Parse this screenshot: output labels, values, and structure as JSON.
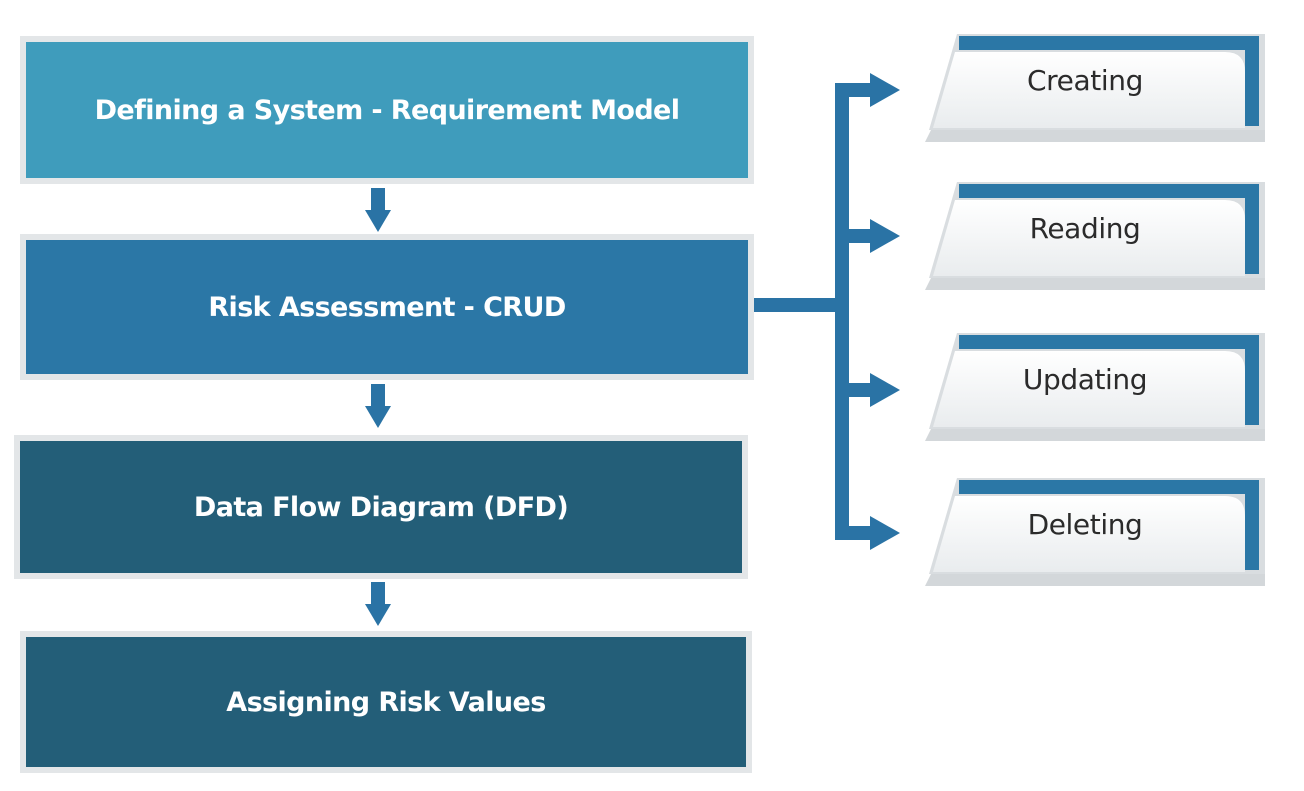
{
  "colors": {
    "step1": "#3f9cbc",
    "step2": "#2b77a6",
    "step3": "#235e78",
    "step4": "#235e78",
    "connector": "#2a73a5",
    "tab_accent": "#2b77a6",
    "frame": "#e3e6e8"
  },
  "steps": [
    {
      "label": "Defining a System - Requirement Model"
    },
    {
      "label": "Risk Assessment - CRUD"
    },
    {
      "label": "Data Flow Diagram (DFD)"
    },
    {
      "label": "Assigning Risk Values"
    }
  ],
  "crud_items": [
    {
      "label": "Creating"
    },
    {
      "label": "Reading"
    },
    {
      "label": "Updating"
    },
    {
      "label": "Deleting"
    }
  ]
}
